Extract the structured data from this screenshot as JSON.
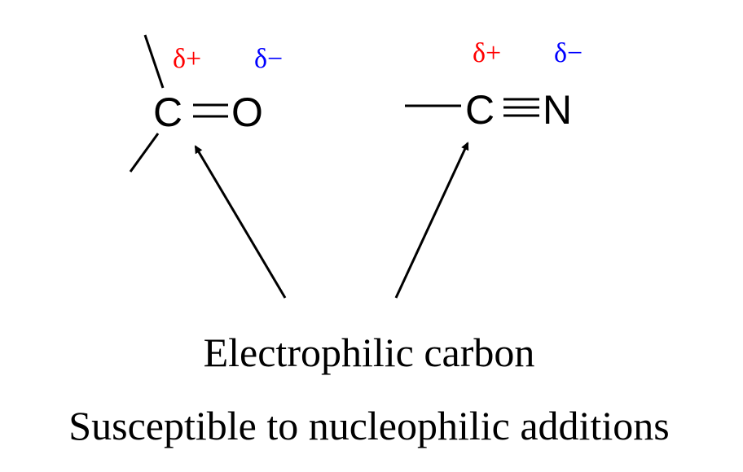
{
  "carbonyl": {
    "carbon": "C",
    "oxygen": "O",
    "delta_plus": "δ+",
    "delta_minus": "δ−"
  },
  "nitrile": {
    "carbon": "C",
    "nitrogen": "N",
    "delta_plus": "δ+",
    "delta_minus": "δ−"
  },
  "caption": {
    "line1": "Electrophilic carbon",
    "line2": "Susceptible to nucleophilic additions"
  },
  "colors": {
    "delta_plus": "#ff0000",
    "delta_minus": "#0000ff"
  }
}
